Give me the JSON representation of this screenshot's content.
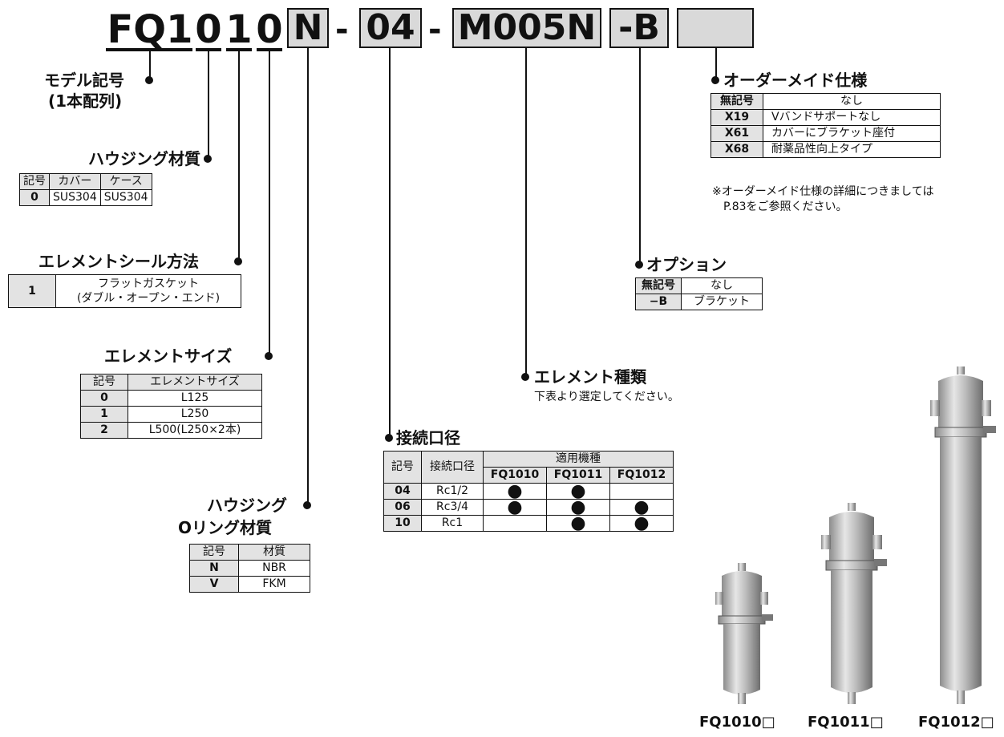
{
  "model_code": {
    "prefix": "FQ1",
    "housing_material": "0",
    "seal_method": "1",
    "element_size": "0",
    "oring": "N",
    "dash1": "-",
    "port": "04",
    "dash2": "-",
    "element_type": "M005N",
    "option": "-B",
    "order_made": ""
  },
  "model_symbol": {
    "label_line1": "モデル記号",
    "label_line2": "(1本配列)"
  },
  "housing_material": {
    "heading": "ハウジング材質",
    "headers": [
      "記号",
      "カバー",
      "ケース"
    ],
    "rows": [
      [
        "0",
        "SUS304",
        "SUS304"
      ]
    ]
  },
  "seal_method": {
    "heading": "エレメントシール方法",
    "rows": [
      [
        "1",
        "フラットガスケット",
        "(ダブル・オープン・エンド)"
      ]
    ]
  },
  "element_size": {
    "heading": "エレメントサイズ",
    "headers": [
      "記号",
      "エレメントサイズ"
    ],
    "rows": [
      [
        "0",
        "L125"
      ],
      [
        "1",
        "L250"
      ],
      [
        "2",
        "L500(L250×2本)"
      ]
    ]
  },
  "oring": {
    "heading_line1": "ハウジング",
    "heading_line2": "Oリング材質",
    "headers": [
      "記号",
      "材質"
    ],
    "rows": [
      [
        "N",
        "NBR"
      ],
      [
        "V",
        "FKM"
      ]
    ]
  },
  "port": {
    "heading": "接続口径",
    "headers": [
      "記号",
      "接続口径",
      "適用機種"
    ],
    "models": [
      "FQ1010",
      "FQ1011",
      "FQ1012"
    ],
    "rows": [
      {
        "sym": "04",
        "size": "Rc1/2",
        "marks": [
          "●",
          "●",
          ""
        ]
      },
      {
        "sym": "06",
        "size": "Rc3/4",
        "marks": [
          "●",
          "●",
          "●"
        ]
      },
      {
        "sym": "10",
        "size": "Rc1",
        "marks": [
          "",
          "●",
          "●"
        ]
      }
    ]
  },
  "element_type": {
    "heading": "エレメント種類",
    "note": "下表より選定してください。"
  },
  "option": {
    "heading": "オプション",
    "rows": [
      [
        "無記号",
        "なし"
      ],
      [
        "−B",
        "ブラケット"
      ]
    ]
  },
  "order_made": {
    "heading": "オーダーメイド仕様",
    "rows": [
      [
        "無記号",
        "なし"
      ],
      [
        "X19",
        "Vバンドサポートなし"
      ],
      [
        "X61",
        "カバーにブラケット座付"
      ],
      [
        "X68",
        "耐薬品性向上タイプ"
      ]
    ],
    "note_line1": "※オーダーメイド仕様の詳細につきましては",
    "note_line2": "P.83をご参照ください。"
  },
  "products": [
    "FQ1010□",
    "FQ1011□",
    "FQ1012□"
  ]
}
